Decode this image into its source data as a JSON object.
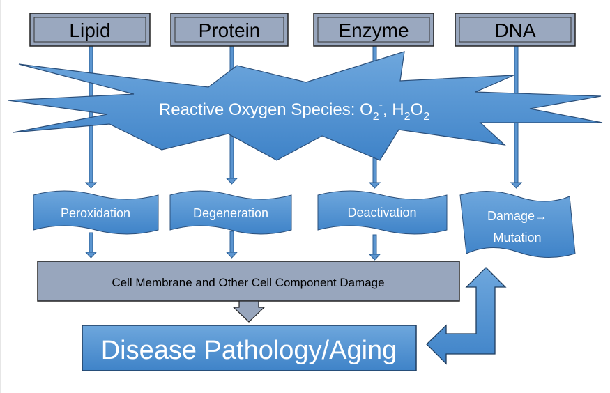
{
  "sources": [
    {
      "label": "Lipid"
    },
    {
      "label": "Protein"
    },
    {
      "label": "Enzyme"
    },
    {
      "label": "DNA"
    }
  ],
  "ros": {
    "text": "Reactive Oxygen Species: O",
    "sub1": "2",
    "sup1": "-",
    "mid": ", H",
    "sub2": "2",
    "o": "O",
    "sub3": "2"
  },
  "effects": [
    {
      "label": "Peroxidation"
    },
    {
      "label": "Degeneration"
    },
    {
      "label": "Deactivation"
    },
    {
      "label_line1": "Damage→",
      "label_line2": "Mutation"
    }
  ],
  "cell_damage": "Cell Membrane and Other Cell Component Damage",
  "outcome": "Disease Pathology/Aging",
  "colors": {
    "blue": "#4f8fcf",
    "gray": "#98a6bd",
    "dark": "#1a1a1a"
  }
}
